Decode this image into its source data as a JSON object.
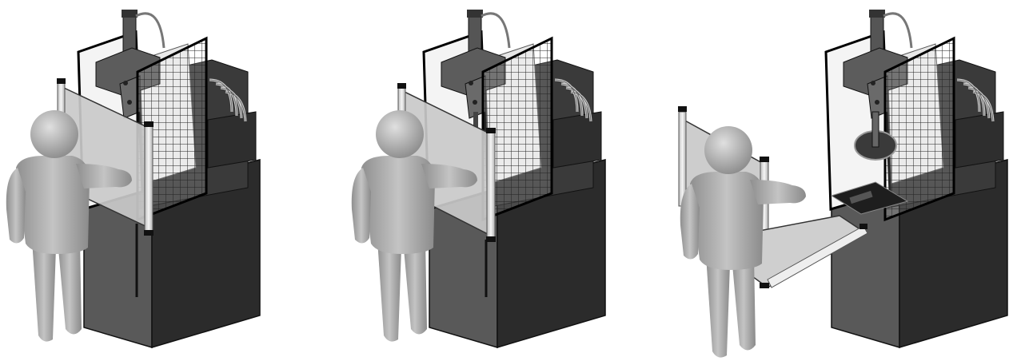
{
  "figure": {
    "panel_count": 3,
    "panels": [
      {
        "guard_state": "closed"
      },
      {
        "guard_state": "opening"
      },
      {
        "guard_state": "open"
      }
    ],
    "colors": {
      "background": "#ffffff",
      "cabinet_front": "#2b2b2b",
      "cabinet_side": "#595959",
      "cabinet_top": "#6e6e6e",
      "press_head": "#5c5c5c",
      "guard_panel": "#c9c9c9",
      "guard_frame": "#e6e6e6",
      "mesh_line": "#222222",
      "person": "#a9a9a9",
      "cable": "#cfcfcf"
    }
  }
}
